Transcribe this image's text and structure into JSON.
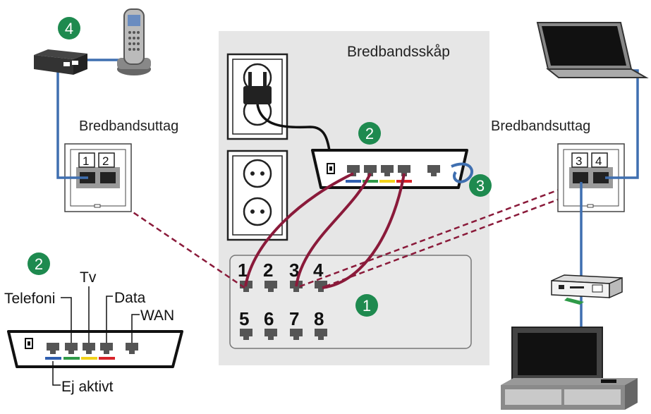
{
  "cabinet": {
    "title": "Bredbandsskåp"
  },
  "left_outlet": {
    "title": "Bredbandsuttag",
    "ports": [
      "1",
      "2"
    ]
  },
  "right_outlet": {
    "title": "Bredbandsuttag",
    "ports": [
      "3",
      "4"
    ]
  },
  "badges": {
    "router_main": "2",
    "phone": "4",
    "loop": "3",
    "patch": "1",
    "legend": "2"
  },
  "patch_panel": {
    "ports": [
      "1",
      "2",
      "3",
      "4",
      "5",
      "6",
      "7",
      "8"
    ]
  },
  "legend": {
    "telefoni": "Telefoni",
    "tv": "Tv",
    "data": "Data",
    "wan": "WAN",
    "inactive": "Ej aktivt"
  },
  "colors": {
    "badge_green": "#1e8a4f",
    "cable_blue": "#3f6fb0",
    "cable_red": "#8a1a3a",
    "cabinet_bg": "#e6e6e6",
    "stripe_blue": "#2f5fb0",
    "stripe_green": "#2e9a48",
    "stripe_yellow": "#f2d21b",
    "stripe_red": "#d8232a"
  },
  "icons": [
    "wall-socket-icon",
    "power-plug-icon",
    "phone-adapter-icon",
    "cordless-phone-icon",
    "laptop-icon",
    "set-top-box-icon",
    "tv-icon",
    "tv-bench-icon",
    "router-icon",
    "patch-panel-icon"
  ]
}
